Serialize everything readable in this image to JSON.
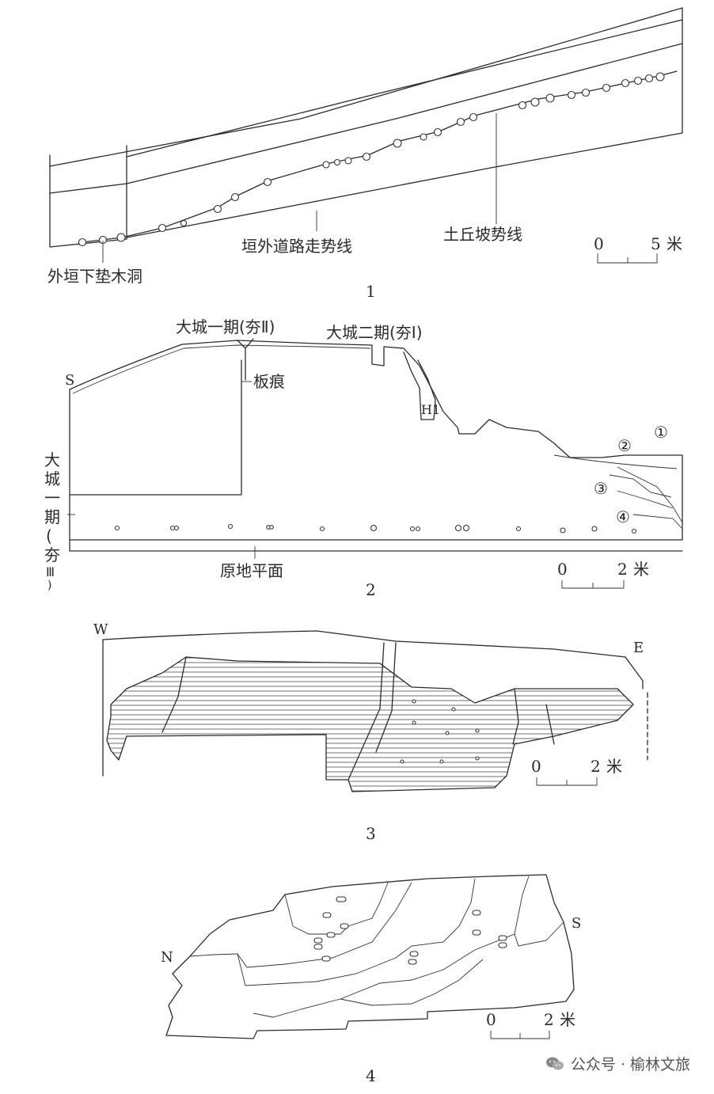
{
  "figure1": {
    "number": "1",
    "labels": {
      "post_holes": "外垣下垫木洞",
      "road_line": "垣外道路走势线",
      "mound_line": "土丘坡势线"
    },
    "scale": {
      "zero": "0",
      "value": "5",
      "unit": "米"
    }
  },
  "figure2": {
    "number": "2",
    "direction": "S",
    "labels": {
      "phase1_upper": "大城一期(夯Ⅱ)",
      "phase2": "大城二期(夯Ⅰ)",
      "board_mark": "板痕",
      "pit": "H1",
      "phase1_lower_chars": [
        "大",
        "城",
        "一",
        "期",
        "(",
        "夯",
        "Ⅲ",
        ")"
      ],
      "ground": "原地平面",
      "layers": [
        "①",
        "②",
        "③",
        "④"
      ]
    },
    "scale": {
      "zero": "0",
      "value": "2",
      "unit": "米"
    }
  },
  "figure3": {
    "number": "3",
    "directions": {
      "west": "W",
      "east": "E"
    },
    "scale": {
      "zero": "0",
      "value": "2",
      "unit": "米"
    }
  },
  "figure4": {
    "number": "4",
    "directions": {
      "north": "N",
      "south": "S"
    },
    "scale": {
      "zero": "0",
      "value": "2",
      "unit": "米"
    }
  },
  "watermark": {
    "text": "公众号 · 榆林文旅",
    "icon": "wechat-icon"
  }
}
